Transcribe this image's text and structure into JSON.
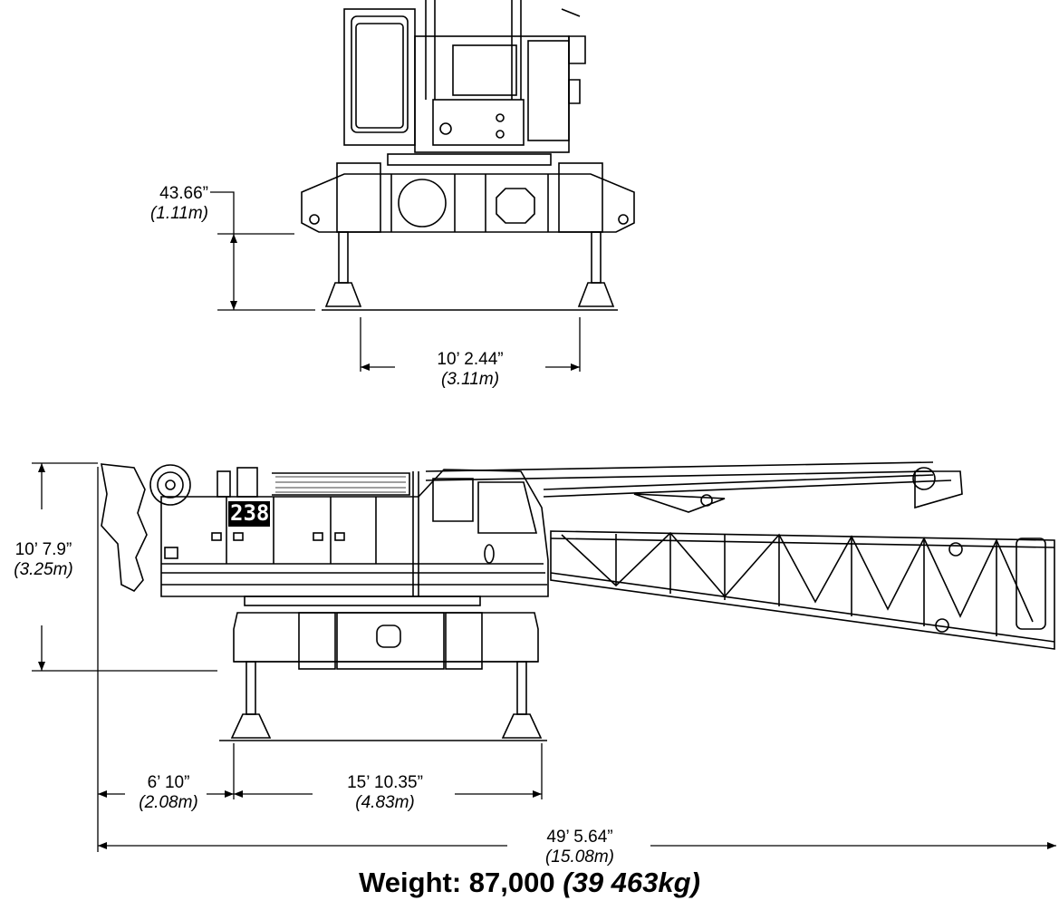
{
  "dimensions": {
    "outrigger_height": {
      "imperial": "43.66”",
      "metric": "(1.11m)"
    },
    "outrigger_width": {
      "imperial": "10’ 2.44”",
      "metric": "(3.11m)"
    },
    "overall_height": {
      "imperial": "10’ 7.9”",
      "metric": "(3.25m)"
    },
    "rear_overhang": {
      "imperial": "6’ 10”",
      "metric": "(2.08m)"
    },
    "outrigger_length": {
      "imperial": "15’ 10.35”",
      "metric": "(4.83m)"
    },
    "overall_length": {
      "imperial": "49’ 5.64”",
      "metric": "(15.08m)"
    }
  },
  "weight": {
    "label": "Weight: 87,000",
    "metric": "(39 463kg)"
  },
  "machine_badge": "238"
}
